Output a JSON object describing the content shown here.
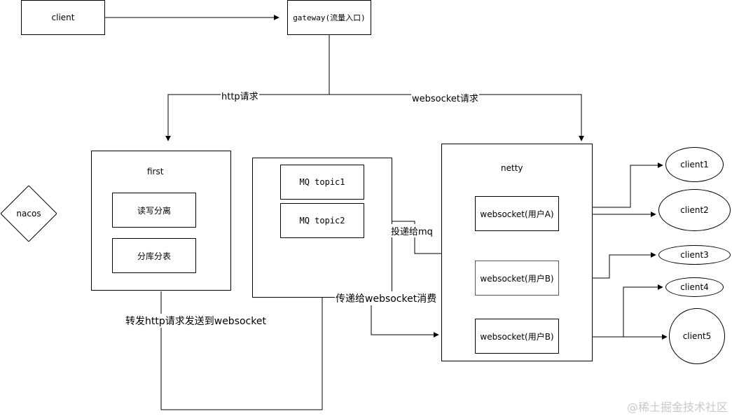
{
  "nodes": {
    "client": "client",
    "gateway": "gateway(流量入口)",
    "first": "first",
    "rw_split": "读写分离",
    "sharding": "分库分表",
    "nacos": "nacos",
    "mq1": "MQ topic1",
    "mq2": "MQ topic2",
    "netty": "netty",
    "ws_a": "websocket(用户A)",
    "ws_b1": "websocket(用户B)",
    "ws_b2": "websocket(用户B)",
    "client1": "client1",
    "client2": "client2",
    "client3": "client3",
    "client4": "client4",
    "client5": "client5"
  },
  "edge_labels": {
    "http": "http请求",
    "websocket": "websocket请求",
    "deliver_mq": "投递给mq",
    "deliver_ws": "传递给websocket消费",
    "forward": "转发http请求发送到websocket"
  },
  "watermark": "@稀土掘金技术社区"
}
